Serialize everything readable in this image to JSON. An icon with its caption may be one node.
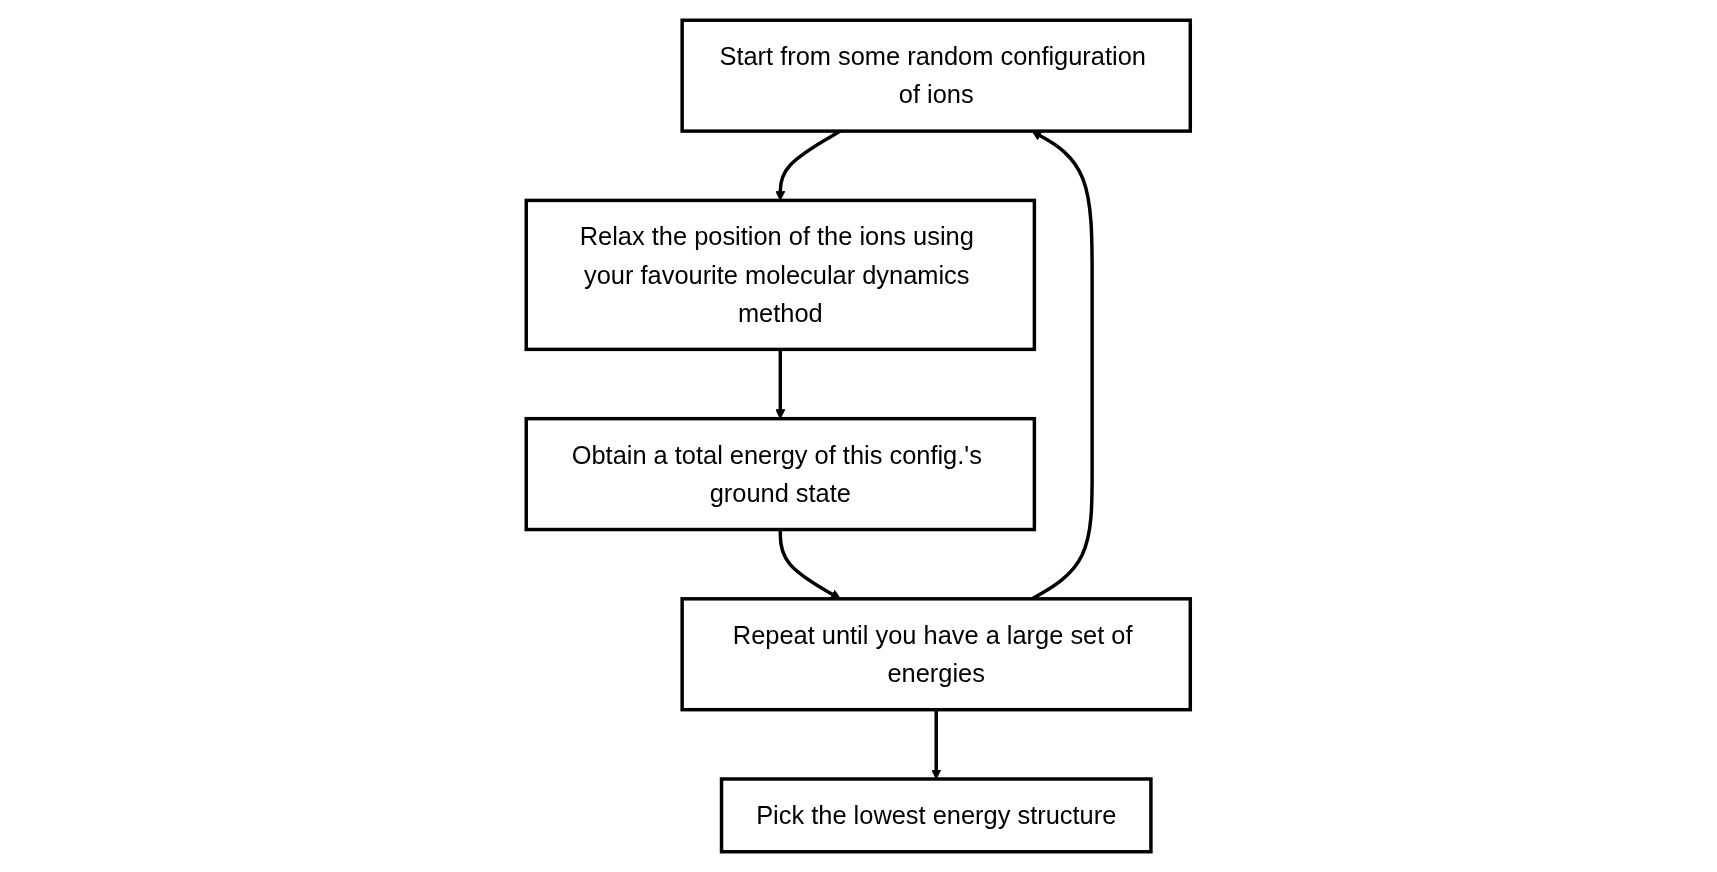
{
  "diagram": {
    "nodes": [
      {
        "text": [
          "Start from some random configuration of ions"
        ]
      },
      {
        "text": [
          "Relax the position of the ions using your favourite molecular dynamics method"
        ]
      },
      {
        "text": [
          "Obtain a total energy of this config.'s ground state"
        ]
      },
      {
        "text": [
          "Repeat until you have a large set of energies"
        ]
      },
      {
        "text": [
          "Pick the lowest energy structure"
        ]
      }
    ],
    "edges": [
      {
        "from": 0,
        "to": 1,
        "arrow": "to"
      },
      {
        "from": 1,
        "to": 2,
        "arrow": "to"
      },
      {
        "from": 2,
        "to": 3,
        "arrow": "to"
      },
      {
        "from": 3,
        "to": 0,
        "arrow": "to"
      },
      {
        "from": 3,
        "to": 4,
        "arrow": "to"
      }
    ]
  }
}
